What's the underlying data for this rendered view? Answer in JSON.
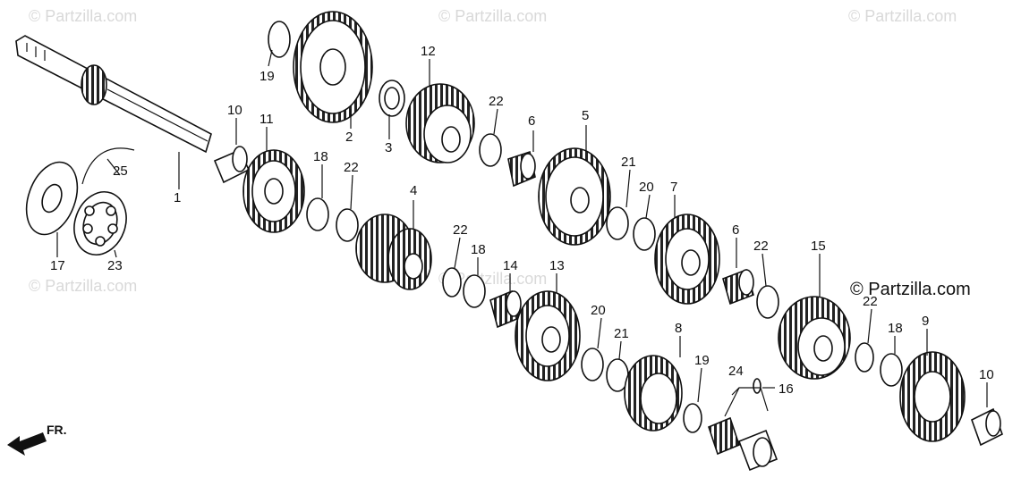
{
  "watermarks": [
    {
      "text": "© Partzilla.com"
    },
    {
      "text": "© Partzilla.com"
    },
    {
      "text": "© Partzilla.com"
    },
    {
      "text": "© Partzilla.com"
    },
    {
      "text": "© Partzilla.com"
    }
  ],
  "brand_label": "© Partzilla.com",
  "front_arrow_label": "FR.",
  "callouts": [
    {
      "id": "c1",
      "text": "1"
    },
    {
      "id": "c2",
      "text": "2"
    },
    {
      "id": "c3",
      "text": "3"
    },
    {
      "id": "c4",
      "text": "4"
    },
    {
      "id": "c5",
      "text": "5"
    },
    {
      "id": "c6a",
      "text": "6"
    },
    {
      "id": "c6b",
      "text": "6"
    },
    {
      "id": "c7",
      "text": "7"
    },
    {
      "id": "c8",
      "text": "8"
    },
    {
      "id": "c9",
      "text": "9"
    },
    {
      "id": "c10a",
      "text": "10"
    },
    {
      "id": "c10b",
      "text": "10"
    },
    {
      "id": "c11",
      "text": "11"
    },
    {
      "id": "c12",
      "text": "12"
    },
    {
      "id": "c13",
      "text": "13"
    },
    {
      "id": "c14",
      "text": "14"
    },
    {
      "id": "c15",
      "text": "15"
    },
    {
      "id": "c16",
      "text": "16"
    },
    {
      "id": "c17",
      "text": "17"
    },
    {
      "id": "c18a",
      "text": "18"
    },
    {
      "id": "c18b",
      "text": "18"
    },
    {
      "id": "c18c",
      "text": "18"
    },
    {
      "id": "c19a",
      "text": "19"
    },
    {
      "id": "c19b",
      "text": "19"
    },
    {
      "id": "c20a",
      "text": "20"
    },
    {
      "id": "c20b",
      "text": "20"
    },
    {
      "id": "c21a",
      "text": "21"
    },
    {
      "id": "c21b",
      "text": "21"
    },
    {
      "id": "c22a",
      "text": "22"
    },
    {
      "id": "c22b",
      "text": "22"
    },
    {
      "id": "c22c",
      "text": "22"
    },
    {
      "id": "c22d",
      "text": "22"
    },
    {
      "id": "c22e",
      "text": "22"
    },
    {
      "id": "c23",
      "text": "23"
    },
    {
      "id": "c24",
      "text": "24"
    },
    {
      "id": "c25",
      "text": "25"
    }
  ]
}
